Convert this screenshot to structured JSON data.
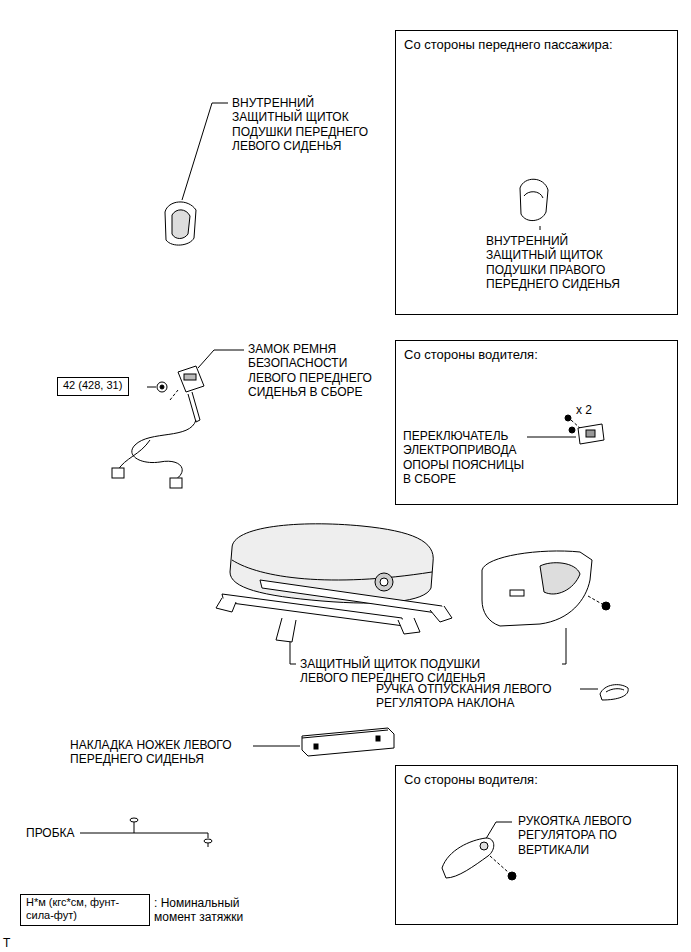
{
  "diagram": {
    "nodes": [
      {
        "text": [
          "Со стороны переднего пассажира:",
          "ВНУТРЕННИЙ ЗАЩИТНЫЙ ЩИТОК ПОДУШКИ ПРАВОГО ПЕРЕДНЕГО СИДЕНЬЯ"
        ]
      },
      {
        "text": [
          "Со стороны водителя:",
          "ПЕРЕКЛЮЧАТЕЛЬ ЭЛЕКТРОПРИВОДА ОПОРЫ ПОЯСНИЦЫ В СБОРЕ",
          "x 2"
        ]
      },
      {
        "text": [
          "42 (428, 31)"
        ]
      },
      {
        "text": [
          "Со стороны водителя:",
          "РУКОЯТКА ЛЕВОГО РЕГУЛЯТОРА ПО ВЕРТИКАЛИ"
        ]
      },
      {
        "text": [
          "Н*м (кгс*см, фунт-сила-фут)"
        ]
      }
    ],
    "labels": [
      "ВНУТРЕННИЙ ЗАЩИТНЫЙ ЩИТОК ПОДУШКИ ПЕРЕДНЕГО ЛЕВОГО СИДЕНЬЯ",
      "ЗАМОК РЕМНЯ БЕЗОПАСНОСТИ ЛЕВОГО ПЕРЕДНЕГО СИДЕНЬЯ В СБОРЕ",
      "ЗАЩИТНЫЙ ЩИТОК ПОДУШКИ ЛЕВОГО ПЕРЕДНЕГО СИДЕНЬЯ",
      "РУЧКА ОТПУСКАНИЯ ЛЕВОГО РЕГУЛЯТОРА НАКЛОНА",
      "НАКЛАДКА НОЖЕК ЛЕВОГО ПЕРЕДНЕГО СИДЕНЬЯ",
      "ПРОБКА",
      ": Номинальный момент затяжки",
      "T"
    ]
  }
}
